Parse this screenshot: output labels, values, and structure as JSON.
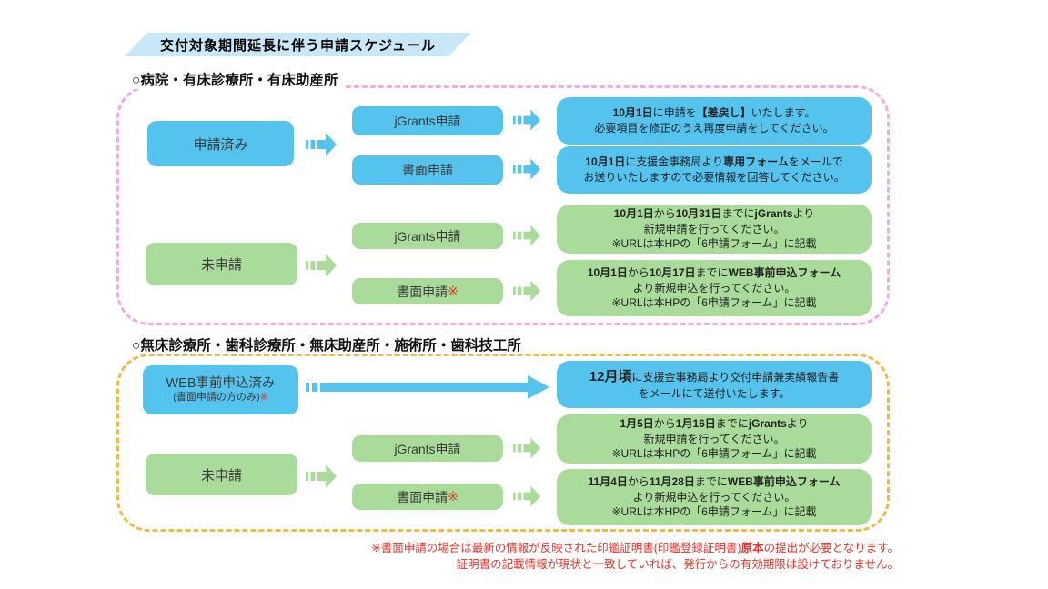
{
  "banner": {
    "title": "交付対象期間延長に伴う申請スケジュール"
  },
  "labels": {
    "applied": "申請済み",
    "not_applied": "未申請",
    "jgrants": "jGrants申請",
    "paper": "書面申請",
    "mark": "※",
    "web_pre": "WEB事前申込済み",
    "web_pre_sub": "(書面申請の方のみ)"
  },
  "section1": {
    "heading": "○病院・有床診療所・有床助産所",
    "applied": {
      "jgrants_result": [
        [
          {
            "t": "10月1日",
            "b": true
          },
          {
            "t": "に申請を"
          },
          {
            "t": "【差戻し】",
            "b": true
          },
          {
            "t": "いたします。"
          }
        ],
        [
          {
            "t": "必要項目を修正のうえ再度申請をしてください。"
          }
        ]
      ],
      "paper_result": [
        [
          {
            "t": "10月1日",
            "b": true
          },
          {
            "t": "に支援金事務局より"
          },
          {
            "t": "専用フォーム",
            "b": true
          },
          {
            "t": "をメールで"
          }
        ],
        [
          {
            "t": "お送りいたしますので必要情報を回答してください。"
          }
        ]
      ]
    },
    "not_applied": {
      "jgrants_result": [
        [
          {
            "t": "10月1日",
            "b": true
          },
          {
            "t": "から"
          },
          {
            "t": "10月31日",
            "b": true
          },
          {
            "t": "までに"
          },
          {
            "t": "jGrants",
            "b": true
          },
          {
            "t": "より"
          }
        ],
        [
          {
            "t": "新規申請を行ってください。"
          }
        ],
        [
          {
            "t": "※URLは本HPの「6申請フォーム」に記載"
          }
        ]
      ],
      "paper_result": [
        [
          {
            "t": "10月1日",
            "b": true
          },
          {
            "t": "から"
          },
          {
            "t": "10月17日",
            "b": true
          },
          {
            "t": "までに"
          },
          {
            "t": "WEB事前申込フォーム",
            "b": true
          }
        ],
        [
          {
            "t": "より新規申込を行ってください。"
          }
        ],
        [
          {
            "t": "※URLは本HPの「6申請フォーム」に記載"
          }
        ]
      ]
    }
  },
  "section2": {
    "heading": "○無床診療所・歯科診療所・無床助産所・施術所・歯科技工所",
    "web_pre": {
      "result": [
        [
          {
            "t": "12月頃",
            "b": true,
            "big": true
          },
          {
            "t": "に支援金事務局より交付申請兼実績報告書"
          }
        ],
        [
          {
            "t": "をメールにて送付いたします。"
          }
        ]
      ]
    },
    "not_applied": {
      "jgrants_result": [
        [
          {
            "t": "1月5日",
            "b": true
          },
          {
            "t": "から"
          },
          {
            "t": "1月16日",
            "b": true
          },
          {
            "t": "までに"
          },
          {
            "t": "jGrants",
            "b": true
          },
          {
            "t": "より"
          }
        ],
        [
          {
            "t": "新規申請を行ってください。"
          }
        ],
        [
          {
            "t": "※URLは本HPの「6申請フォーム」に記載"
          }
        ]
      ],
      "paper_result": [
        [
          {
            "t": "11月4日",
            "b": true
          },
          {
            "t": "から"
          },
          {
            "t": "11月28日",
            "b": true
          },
          {
            "t": "までに"
          },
          {
            "t": "WEB事前申込フォーム",
            "b": true
          }
        ],
        [
          {
            "t": "より新規申込を行ってください。"
          }
        ],
        [
          {
            "t": "※URLは本HPの「6申請フォーム」に記載"
          }
        ]
      ]
    }
  },
  "footnote": {
    "lines": [
      [
        {
          "t": "※書面申請の場合は最新の情報が反映された印鑑証明書(印鑑登録証明書)"
        },
        {
          "t": "原本",
          "b": true
        },
        {
          "t": "の提出が必要となります。"
        }
      ],
      [
        {
          "t": "証明書の記載情報が現状と一致していれば、発行からの有効期限は設けておりません。"
        }
      ]
    ]
  },
  "colors": {
    "box_blue": "#54C3EE",
    "box_green": "#A9DC9B",
    "banner_bg": "#C9E8F7",
    "pink_border": "#F0ACE6",
    "yellow_border": "#EDBC45",
    "red_text": "#E8332A"
  }
}
